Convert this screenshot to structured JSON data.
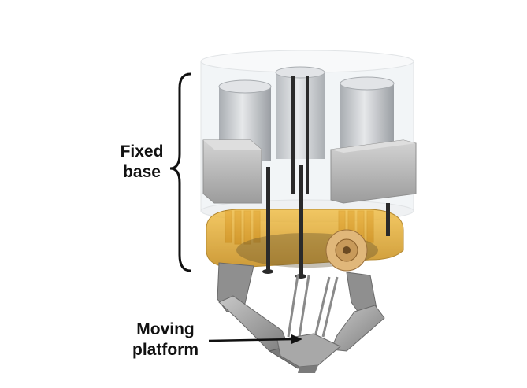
{
  "labels": {
    "fixed_base_line1": "Fixed",
    "fixed_base_line2": "base",
    "moving_platform_line1": "Moving",
    "moving_platform_line2": "platform"
  },
  "colors": {
    "frame": "#d9a126",
    "block": "#b9b9b9",
    "cylinder": "#cfd2d6",
    "housing": "#e4e8ec",
    "copper": "#b8743e",
    "rod": "#2a2a2a",
    "link": "#9a9a9a"
  }
}
